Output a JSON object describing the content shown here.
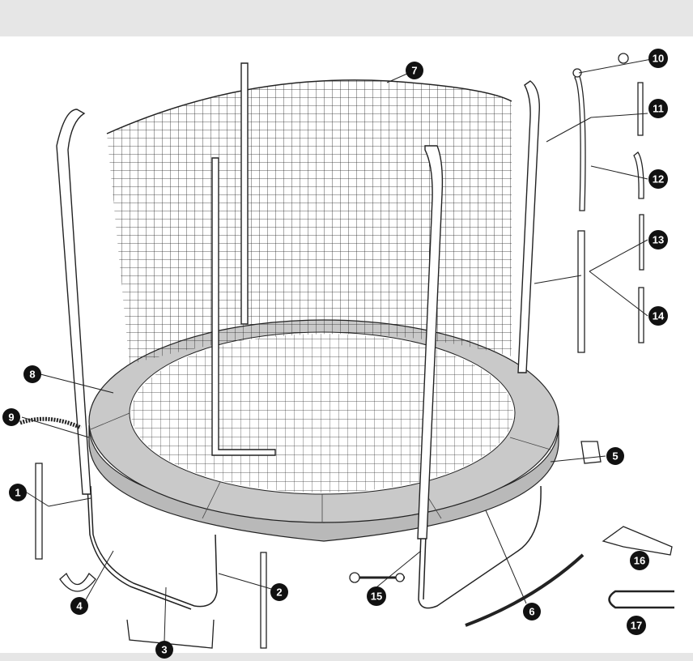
{
  "diagram": {
    "part_labels": [
      "1",
      "2",
      "3",
      "4",
      "5",
      "6",
      "7",
      "8",
      "9",
      "10",
      "11",
      "12",
      "13",
      "14",
      "15",
      "16",
      "17"
    ],
    "colors": {
      "line": "#222222",
      "pad": "#c9c9c9",
      "pad_side": "#b9b9b9",
      "band": "#e6e6e6",
      "callout": "#111111"
    }
  }
}
